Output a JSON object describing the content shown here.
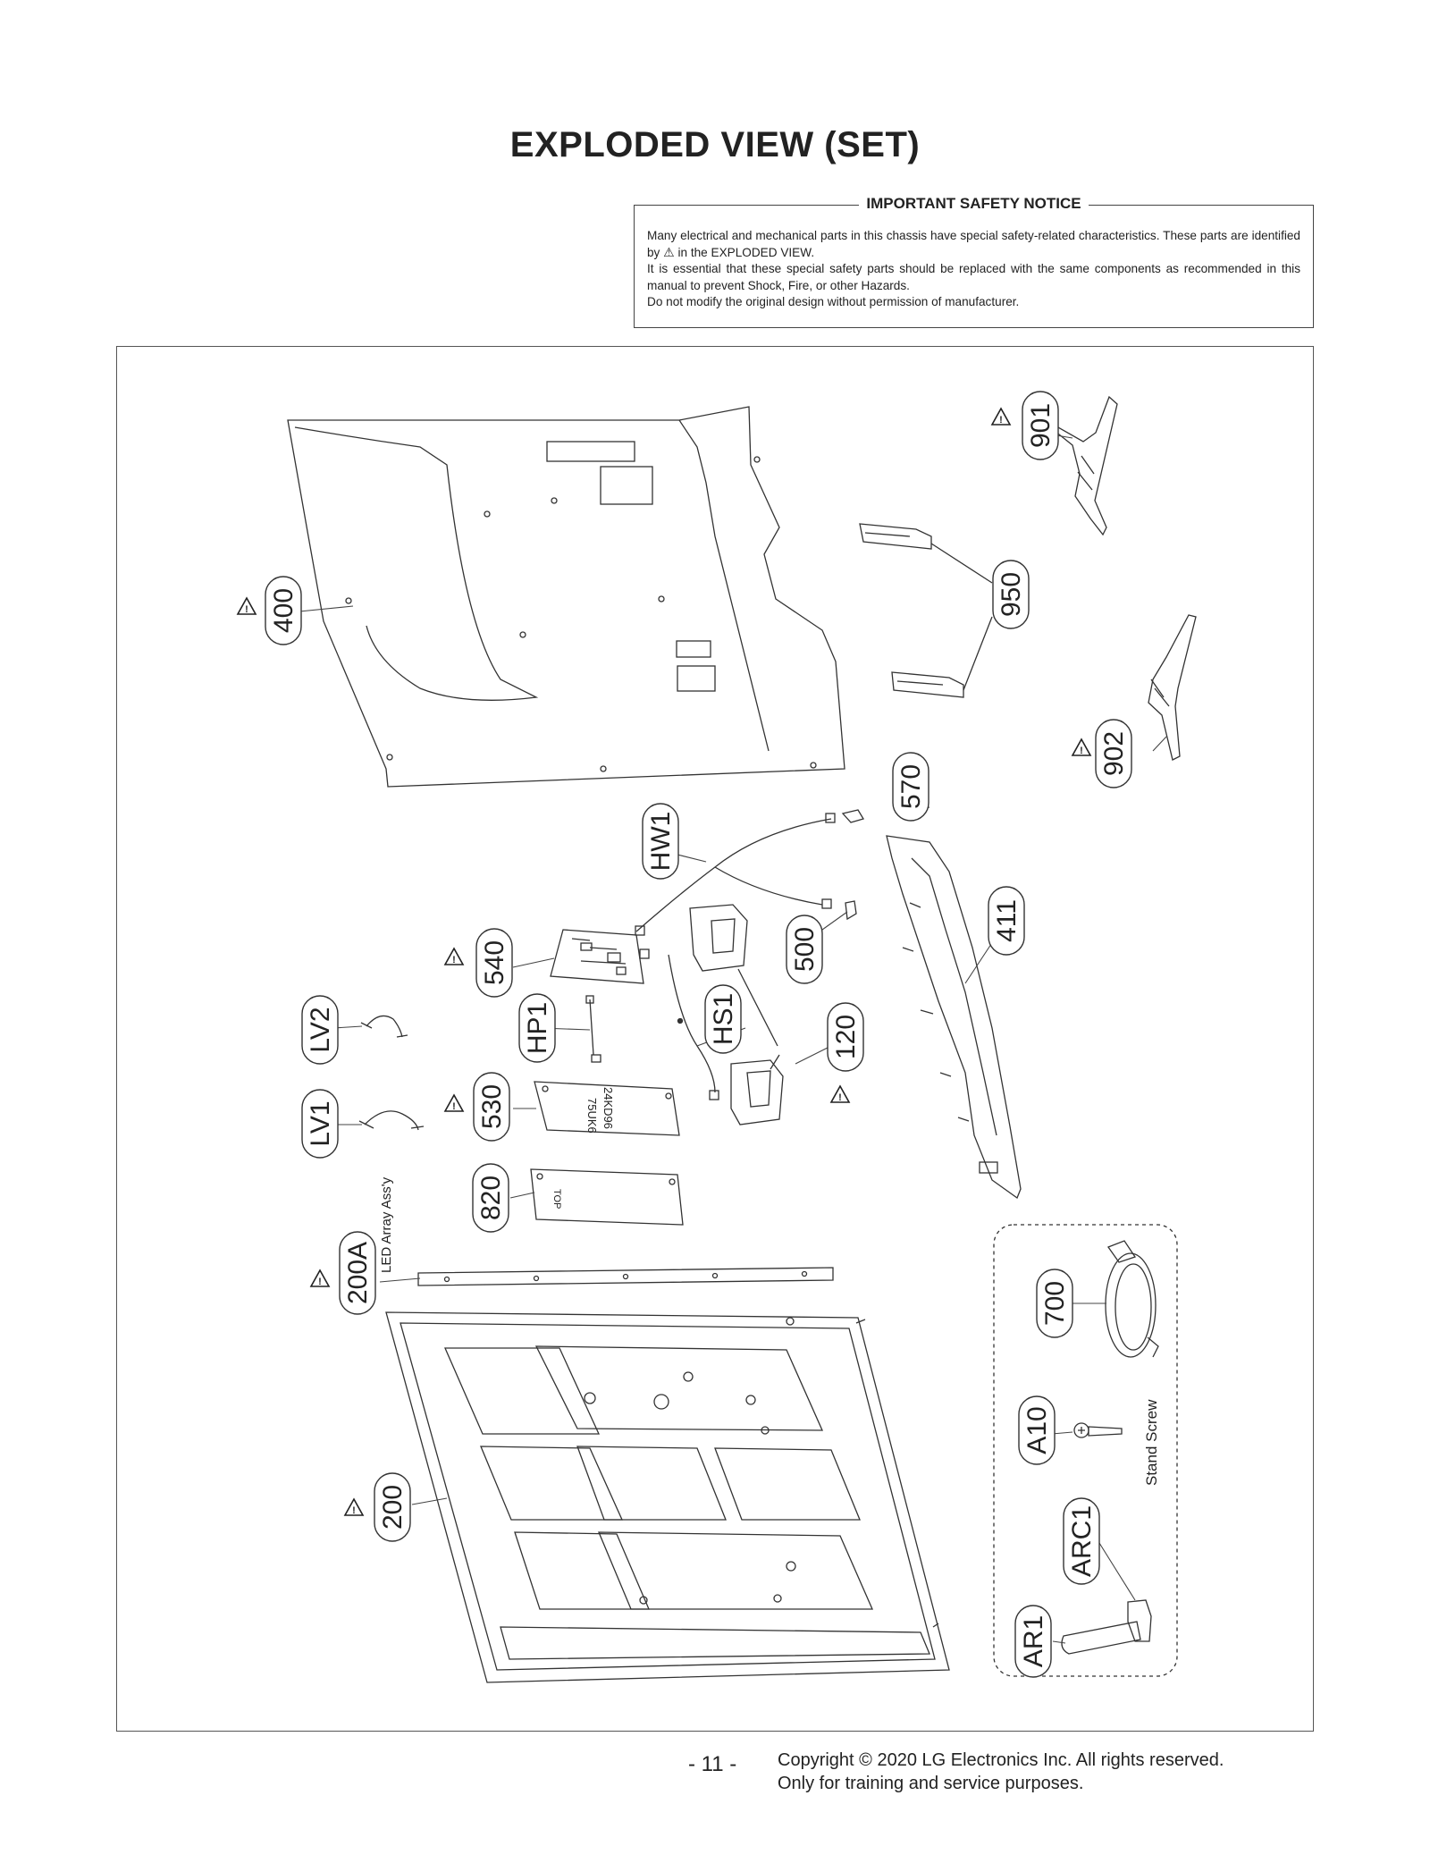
{
  "title": "EXPLODED VIEW (SET)",
  "notice": {
    "heading": "IMPORTANT SAFETY NOTICE",
    "line1": "Many electrical and mechanical parts in this chassis have special safety-related characteristics. These parts are identified by",
    "line1_tail": "in the EXPLODED VIEW.",
    "line2": "It is essential that these special safety parts should be replaced with the same components as recommended in this manual to prevent Shock, Fire, or other Hazards.",
    "line3": "Do not modify the original design without permission of manufacturer."
  },
  "parts": {
    "p400": "400",
    "p901": "901",
    "p950": "950",
    "p902": "902",
    "p570": "570",
    "pHW1": "HW1",
    "p500": "500",
    "p411": "411",
    "p540": "540",
    "pHP1": "HP1",
    "pHS1": "HS1",
    "p120": "120",
    "pLV2": "LV2",
    "pLV1": "LV1",
    "p530": "530",
    "p820": "820",
    "p200A": "200A",
    "p200": "200",
    "p700": "700",
    "pA10": "A10",
    "pARC1": "ARC1",
    "pAR1": "AR1"
  },
  "annotations": {
    "led_array": "LED Array Ass'y",
    "stand_screw": "Stand Screw",
    "board_530_a": "75UK6",
    "board_530_b": "24KD96",
    "board_820_top": "TOP"
  },
  "footer": {
    "page": "- 11 -",
    "copyright_line1": "Copyright © 2020 LG Electronics Inc. All rights reserved.",
    "copyright_line2": "Only for training and service purposes."
  }
}
